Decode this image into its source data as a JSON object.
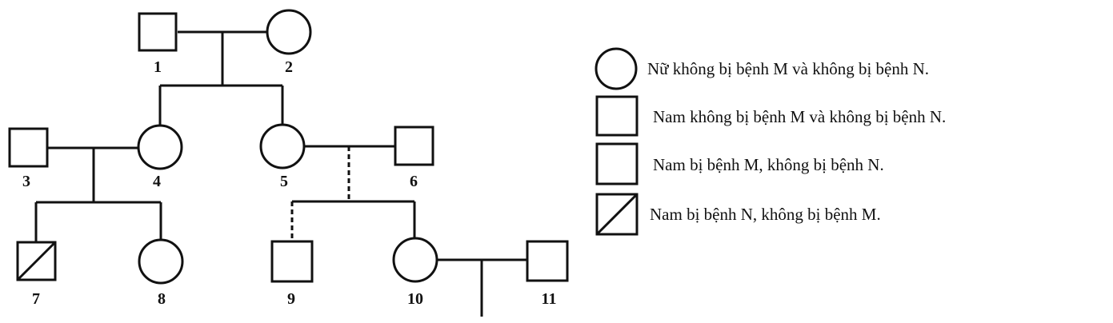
{
  "individuals": {
    "i1": "1",
    "i2": "2",
    "i3": "3",
    "i4": "4",
    "i5": "5",
    "i6": "6",
    "i7": "7",
    "i8": "8",
    "i9": "9",
    "i10": "10",
    "i11": "11"
  },
  "legend": {
    "female_unaffected": "Nữ không bị bệnh M và không bị bệnh N.",
    "male_unaffected": "Nam không bị bệnh M và không bị bệnh N.",
    "male_disease_m": "Nam bị bệnh M, không bị bệnh N.",
    "male_disease_n": "Nam bị bệnh N, không bị bệnh M."
  },
  "colors": {
    "stroke": "#111111",
    "background": "#ffffff"
  }
}
